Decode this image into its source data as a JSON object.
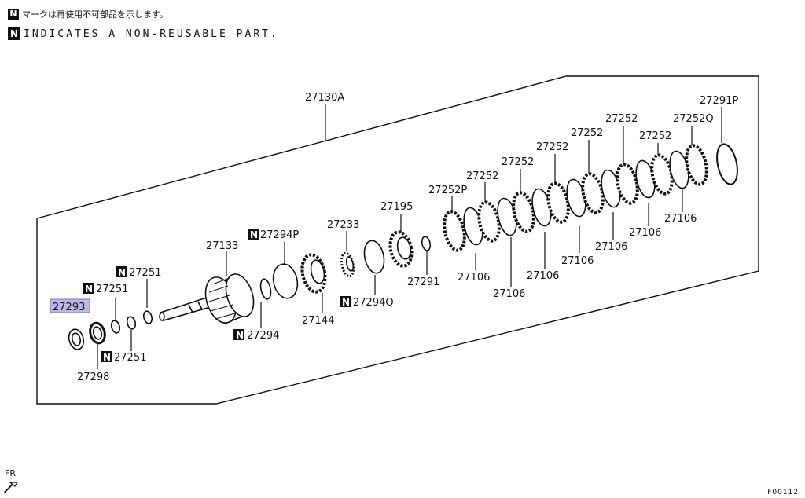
{
  "notes": {
    "badge": "N",
    "japanese": "マークは再使用不可部品を示します。",
    "english": "INDICATES A NON-REUSABLE PART."
  },
  "diagram_code": "F00112",
  "direction_label": "FR",
  "highlight_color": "#b9b9e6",
  "parts": {
    "assembly": "27130A",
    "p27133": "27133",
    "p27293": "27293",
    "p27298": "27298",
    "p27251_a": "27251",
    "p27251_b": "27251",
    "p27251_c": "27251",
    "p27294": "27294",
    "p27294P": "27294P",
    "p27144": "27144",
    "p27233": "27233",
    "p27294Q": "27294Q",
    "p27195": "27195",
    "p27291": "27291",
    "p27252P": "27252P",
    "p27252_1": "27252",
    "p27252_2": "27252",
    "p27252_3": "27252",
    "p27252_4": "27252",
    "p27252_5": "27252",
    "p27252_6": "27252",
    "p27252Q": "27252Q",
    "p27291P": "27291P",
    "p27106_1": "27106",
    "p27106_2": "27106",
    "p27106_3": "27106",
    "p27106_4": "27106",
    "p27106_5": "27106",
    "p27106_6": "27106",
    "p27106_7": "27106"
  }
}
